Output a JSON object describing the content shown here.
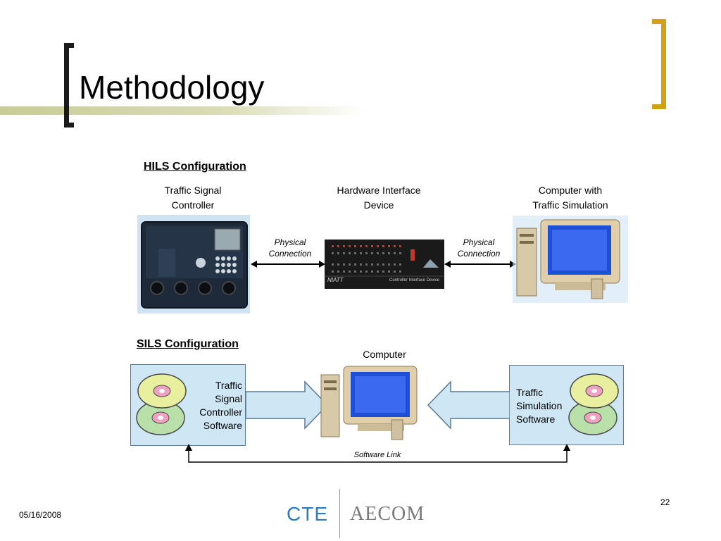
{
  "slide": {
    "title": "Methodology",
    "date": "05/16/2008",
    "page_number": "22"
  },
  "colors": {
    "title_bracket": "#1a1a1a",
    "right_bracket": "#d4a017",
    "title_bar": "#c8cc96",
    "sw_panel": "#cfe6f5",
    "logo_blue": "#2a7bbf",
    "logo_gray": "#7a7a7a"
  },
  "hils": {
    "heading": "HILS Configuration",
    "controller_label": "Traffic Signal\nController",
    "interface_label": "Hardware Interface\nDevice",
    "computer_label": "Computer with\nTraffic Simulation",
    "left_connection": "Physical\nConnection",
    "right_connection": "Physical\nConnection",
    "device_brand": "NIATT",
    "device_caption": "Controller Interface Device"
  },
  "sils": {
    "heading": "SILS Configuration",
    "computer_label": "Computer",
    "left_software": "Traffic\nSignal\nController\nSoftware",
    "right_software": "Traffic\nSimulation\nSoftware",
    "link_label": "Software Link"
  },
  "logo": {
    "left": "CTE",
    "right": "AECOM"
  },
  "icons": {
    "left_bracket": "bracket-left-icon",
    "right_bracket": "bracket-right-icon",
    "controller": "traffic-controller-icon",
    "interface": "interface-device-icon",
    "computer": "desktop-computer-icon",
    "cd": "cd-disc-icon"
  }
}
